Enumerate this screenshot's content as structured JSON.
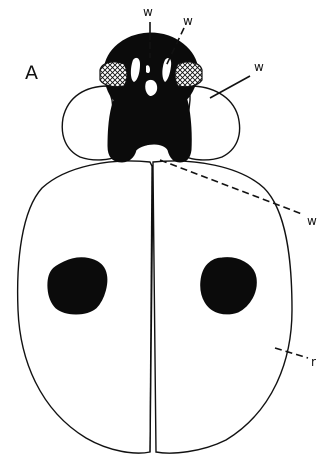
{
  "figure": {
    "panel_letter": "A",
    "labels": {
      "w_top_left": "w",
      "w_top_right": "w",
      "w_eye": "w",
      "w_pronotum": "w",
      "r_elytron": "r"
    }
  }
}
